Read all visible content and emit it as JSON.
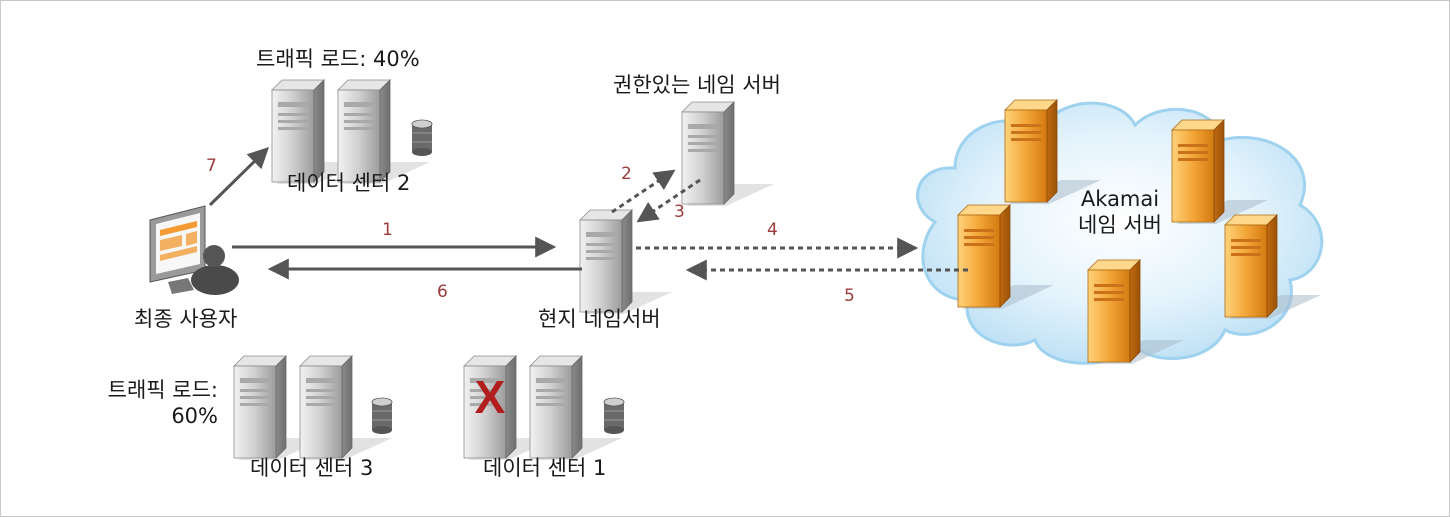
{
  "labels": {
    "traffic_dc2": "트래픽 로드: 40%",
    "dc2": "데이터 센터 2",
    "authoritative_ns": "권한있는 네임 서버",
    "akamai_line1": "Akamai",
    "akamai_line2": "네임 서버",
    "end_user": "최종 사용자",
    "local_ns": "현지 네임서버",
    "traffic_dc3_line1": "트래픽 로드:",
    "traffic_dc3_line2": "60%",
    "dc3": "데이터 센터 3",
    "dc1": "데이터 센터 1"
  },
  "steps": {
    "s1": "1",
    "s2": "2",
    "s3": "3",
    "s4": "4",
    "s5": "5",
    "s6": "6",
    "s7": "7"
  },
  "status": {
    "dc1_failed_mark": "X"
  },
  "colors": {
    "arrow": "#555555",
    "step_number": "#9b3b3b",
    "server_gray": "#b4b4b4",
    "server_orange": "#f0a030",
    "cloud": "#c6e6f8",
    "failure_mark": "#b01e1e"
  }
}
